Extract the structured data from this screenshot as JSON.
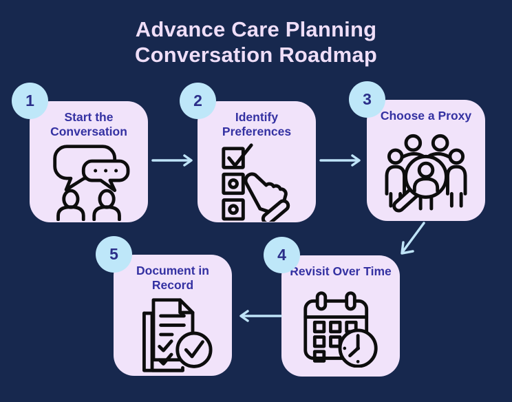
{
  "page": {
    "title_line1": "Advance Care Planning",
    "title_line2": "Conversation Roadmap"
  },
  "steps": [
    {
      "number": "1",
      "label": "Start the Conversation",
      "icon": "conversation-icon"
    },
    {
      "number": "2",
      "label": "Identify Preferences",
      "icon": "checklist-hand-icon"
    },
    {
      "number": "3",
      "label": "Choose a Proxy",
      "icon": "group-magnifier-icon"
    },
    {
      "number": "4",
      "label": "Revisit Over Time",
      "icon": "calendar-clock-icon"
    },
    {
      "number": "5",
      "label": "Document in Record",
      "icon": "documents-check-icon"
    }
  ],
  "flow": {
    "arrows": [
      {
        "from": "1",
        "to": "2",
        "direction": "right"
      },
      {
        "from": "2",
        "to": "3",
        "direction": "right"
      },
      {
        "from": "3",
        "to": "4",
        "direction": "down-left"
      },
      {
        "from": "4",
        "to": "5",
        "direction": "left"
      }
    ]
  },
  "colors": {
    "background": "#17284E",
    "card_background": "#F1E3FA",
    "badge_background": "#BEE7F9",
    "title_text": "#EFDEF8",
    "step_title_text": "#3431A2",
    "badge_number_text": "#2B2E89",
    "arrow": "#BFE4F8",
    "icon_line": "#0D0D0D"
  }
}
